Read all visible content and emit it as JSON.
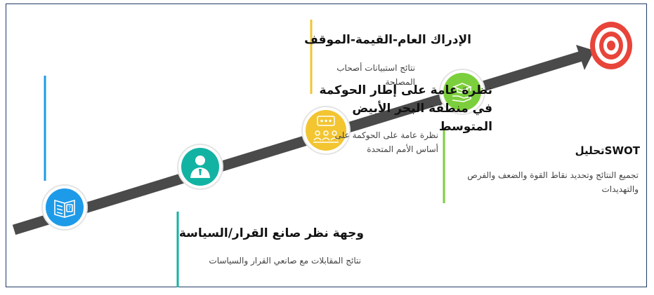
{
  "steps": [
    {
      "title": "نظرة عامة على إطار الحوكمة في منطقة البحر الأبيض المتوسط",
      "desc": "نظرة عامة على الحوكمة على أساس الأمم المتحدة",
      "color": "#1e9be8",
      "icon": "book-question-icon"
    },
    {
      "title": "وجهة نظر صانع القرار/السياسة",
      "desc": "نتائج المقابلات مع صانعي القرار والسياسات",
      "color": "#13b3a4",
      "icon": "person-icon"
    },
    {
      "title": "الإدراك العام-القيمة-الموقف",
      "desc": "نتائج استبيانات أصحاب المصلحة",
      "color": "#f2c531",
      "icon": "group-discussion-icon"
    },
    {
      "title": "SWOTتحليل",
      "desc": "تجميع النتائج وتحديد نقاط القوة والضعف والفرص والتهديدات",
      "color": "#7ccf3c",
      "icon": "graduation-hand-icon"
    }
  ],
  "target": {
    "icon": "target-icon",
    "color": "#e8443a"
  },
  "arrow": {
    "color": "#4a4a4a"
  }
}
